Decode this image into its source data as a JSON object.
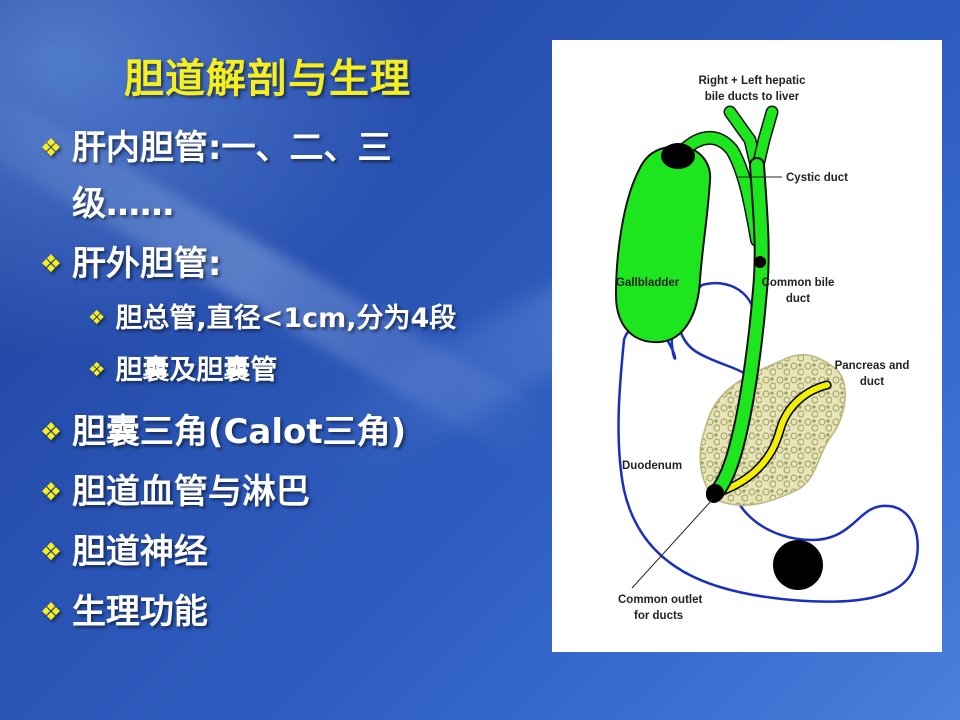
{
  "slide": {
    "title": "胆道解剖与生理",
    "bullets": [
      {
        "text": "肝内胆管:一、二、三",
        "level": 1
      },
      {
        "text": "级……",
        "level": 1,
        "continuation": true
      },
      {
        "text": "肝外胆管:",
        "level": 1
      },
      {
        "text": "胆总管,直径<1cm,分为4段",
        "level": 2
      },
      {
        "text": "胆囊及胆囊管",
        "level": 2
      },
      {
        "text": "胆囊三角(Calot三角)",
        "level": 1
      },
      {
        "text": "胆道血管与淋巴",
        "level": 1
      },
      {
        "text": "胆道神经",
        "level": 1
      },
      {
        "text": "生理功能",
        "level": 1
      }
    ],
    "bullet_icon": "diamond-bullet-icon",
    "colors": {
      "title": "#f6ef1f",
      "text": "#ffffff",
      "bullet": "#f6ef1f",
      "background": "#2a55b5"
    }
  },
  "diagram": {
    "labels": {
      "hepatic_line1": "Right + Left hepatic",
      "hepatic_line2": "bile ducts to liver",
      "cystic": "Cystic duct",
      "gallbladder": "Gallbladder",
      "cbd_line1": "Common bile",
      "cbd_line2": "duct",
      "pancreas_line1": "Pancreas and",
      "pancreas_line2": "duct",
      "duodenum": "Duodenum",
      "outlet_line1": "Common outlet",
      "outlet_line2": "for ducts"
    },
    "colors": {
      "bile": "#1ee61e",
      "pancreatic_duct": "#f2f000",
      "pancreas": "#c9c98a",
      "outline": "#1a2fc0"
    }
  }
}
